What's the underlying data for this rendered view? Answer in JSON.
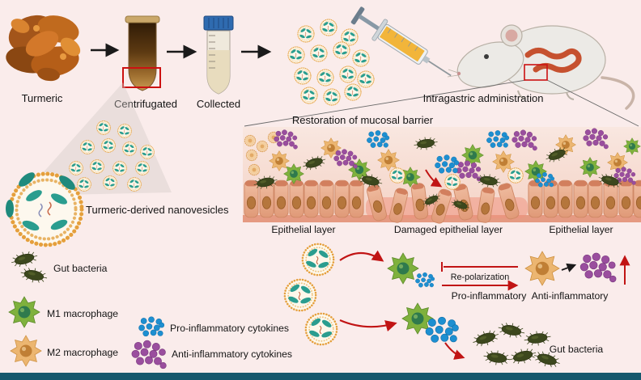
{
  "figure": {
    "workflow": {
      "turmeric": "Turmeric",
      "centrifugated": "Centrifugated",
      "collected": "Collected",
      "intragastric": "Intragastric administration"
    },
    "vesicle_label": "Turmeric-derived nanovesicles",
    "tissue": {
      "title": "Restoration of mucosal barrier",
      "epithelial_left": "Epithelial layer",
      "damaged": "Damaged epithelial layer",
      "epithelial_right": "Epithelial layer"
    },
    "legend": {
      "gut_bacteria": "Gut bacteria",
      "m1": "M1 macrophage",
      "m2": "M2 macrophage",
      "pro_cytokines": "Pro-inflammatory cytokines",
      "anti_cytokines": "Anti-inflammatory cytokines"
    },
    "polarization": {
      "repolarization": "Re-polarization",
      "pro": "Pro-inflammatory",
      "anti": "Anti-inflammatory",
      "gut_bacteria": "Gut bacteria"
    }
  },
  "colors": {
    "background": "#faeceb",
    "bottom_bar": "#15576c",
    "accent_red": "#c11414",
    "vesicle_membrane_orange": "#e59f3c",
    "vesicle_cargo_teal": "#2a9d8f",
    "m1_green": "#7fb13d",
    "m2_orange": "#ecb671",
    "pro_cytokine_blue": "#1d8fd1",
    "anti_cytokine_purple": "#9a4e9e",
    "bacteria_olive": "#3c471d",
    "epithelium_pink": "#eeb79c",
    "turmeric_brown": "#b55e18"
  },
  "icons": {
    "nanovesicle": "dotted-ring circle with teal cargo",
    "gut_bacterium": "dark olive spiky rod",
    "m1_macrophage": "green star-shaped cell",
    "m2_macrophage": "orange star-shaped cell",
    "pro_cytokines": "cluster of blue dots",
    "anti_cytokines": "cluster of purple dots",
    "epithelial_cell": "pink columnar cell with brown nucleus"
  }
}
